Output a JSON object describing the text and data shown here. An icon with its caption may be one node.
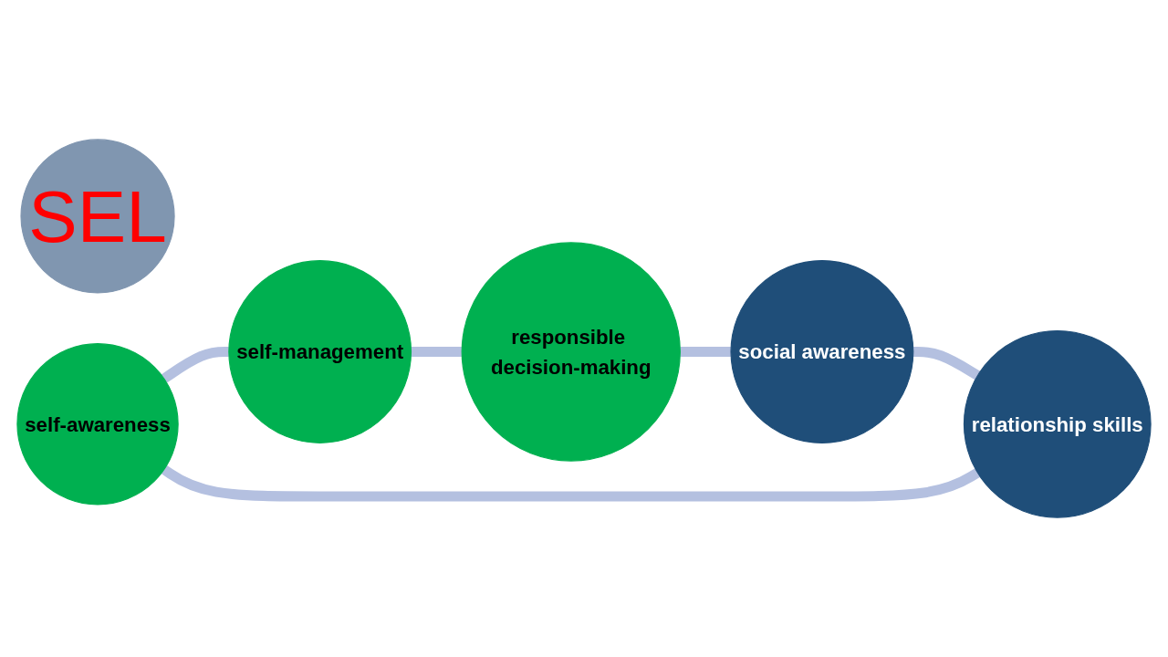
{
  "diagram": {
    "nodes": [
      {
        "text": [
          "SEL"
        ]
      },
      {
        "text": [
          "self-awareness"
        ]
      },
      {
        "text": [
          "self-management"
        ]
      },
      {
        "text": [
          "responsible decision-making"
        ]
      },
      {
        "text": [
          "social awareness"
        ]
      },
      {
        "text": [
          "relationship skills"
        ]
      }
    ],
    "edges": [
      {
        "from": 1,
        "to": 2,
        "arrow": "none"
      },
      {
        "from": 2,
        "to": 3,
        "arrow": "none"
      },
      {
        "from": 3,
        "to": 4,
        "arrow": "none"
      },
      {
        "from": 4,
        "to": 5,
        "arrow": "none"
      },
      {
        "from": 5,
        "to": 1,
        "arrow": "none"
      }
    ]
  }
}
